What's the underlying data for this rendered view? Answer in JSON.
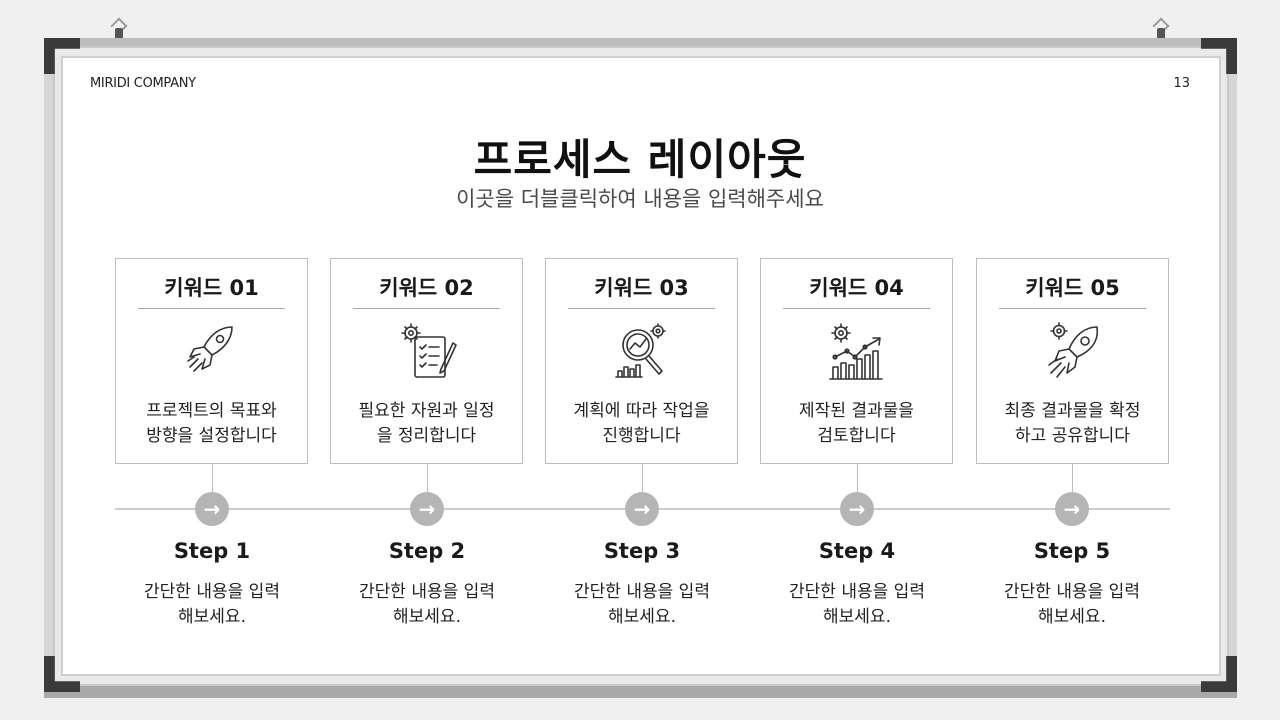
{
  "header": {
    "company": "MIRIDI COMPANY",
    "page_number": "13",
    "title": "프로세스 레이아웃",
    "subtitle": "이곳을 더블클릭하여 내용을 입력해주세요"
  },
  "cards": [
    {
      "title": "키워드 01",
      "icon": "rocket-icon",
      "description": "프로젝트의 목표와\n방향을 설정합니다"
    },
    {
      "title": "키워드 02",
      "icon": "checklist-gear-icon",
      "description": "필요한 자원과 일정\n을 정리합니다"
    },
    {
      "title": "키워드 03",
      "icon": "analysis-magnifier-icon",
      "description": "계획에 따라 작업을\n진행합니다"
    },
    {
      "title": "키워드 04",
      "icon": "growth-chart-icon",
      "description": "제작된 결과물을\n검토합니다"
    },
    {
      "title": "키워드 05",
      "icon": "rocket-launch-icon",
      "description": "최종 결과물을 확정\n하고 공유합니다"
    }
  ],
  "steps": [
    {
      "label": "Step 1",
      "description": "간단한 내용을 입력\n해보세요."
    },
    {
      "label": "Step 2",
      "description": "간단한 내용을 입력\n해보세요."
    },
    {
      "label": "Step 3",
      "description": "간단한 내용을 입력\n해보세요."
    },
    {
      "label": "Step 4",
      "description": "간단한 내용을 입력\n해보세요."
    },
    {
      "label": "Step 5",
      "description": "간단한 내용을 입력\n해보세요."
    }
  ],
  "node_arrow": "→",
  "colors": {
    "node": "#b5b5b5",
    "line": "#cccccc",
    "frame": "#3a3a3a"
  }
}
